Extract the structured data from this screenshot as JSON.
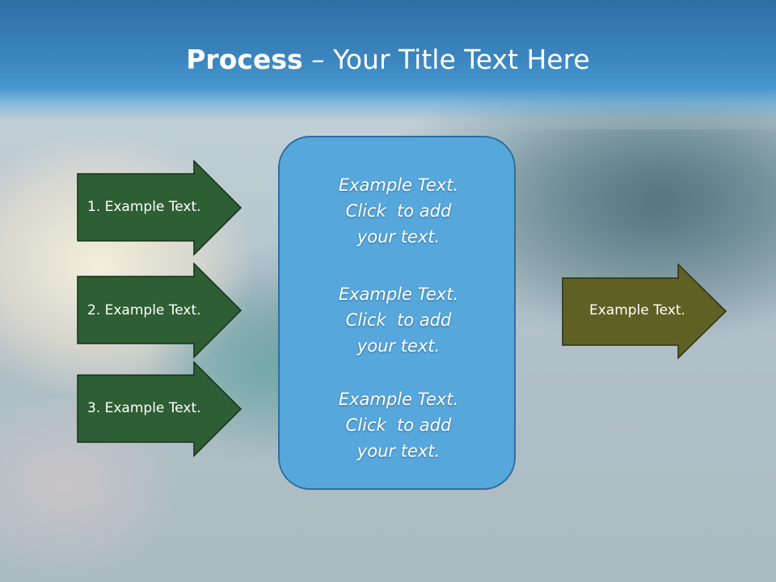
{
  "slide": {
    "title_bold": "Process",
    "title_dash": " – ",
    "title_rest": "Your Title Text Here"
  },
  "inputs": [
    {
      "label": "1. Example Text."
    },
    {
      "label": "2. Example Text."
    },
    {
      "label": "3. Example Text."
    }
  ],
  "process_box": {
    "items": [
      {
        "text": "Example Text.\nClick  to add\nyour text."
      },
      {
        "text": "Example Text.\nClick  to add\nyour text."
      },
      {
        "text": "Example Text.\nClick  to add\nyour text."
      }
    ]
  },
  "output": {
    "label": "Example Text."
  },
  "colors": {
    "title_bar": "#3a84bd",
    "input_arrow_fill": "#2e5e33",
    "output_arrow_fill": "#5f6024",
    "panel_fill": "#56a7dc",
    "panel_border": "#2d6f9d"
  }
}
